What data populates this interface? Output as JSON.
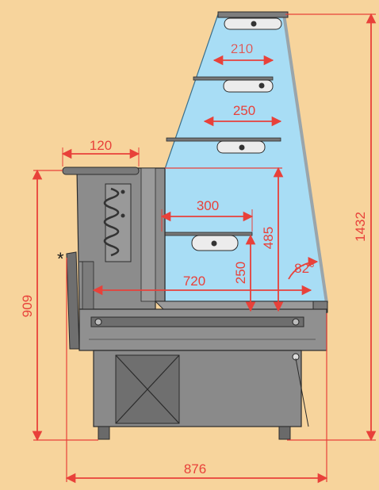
{
  "colors": {
    "background": "#f7d49c",
    "dimension": "#e8413a",
    "glass": "#a8ddf5",
    "steel": "#8c8c8c",
    "steel_dark": "#5d5d5d",
    "outline": "#2b2b2b"
  },
  "dimensions": {
    "shelf_top_width": "210",
    "shelf_middle_width": "250",
    "shelf_bottom_width": "300",
    "top_shelf_depth": "120",
    "deck_depth": "720",
    "total_height": "1432",
    "counter_height": "909",
    "total_depth": "876",
    "shelf_height_low": "250",
    "shelf_height_high": "485",
    "glass_angle": "82°"
  },
  "notes": {
    "asterisk": "*"
  }
}
